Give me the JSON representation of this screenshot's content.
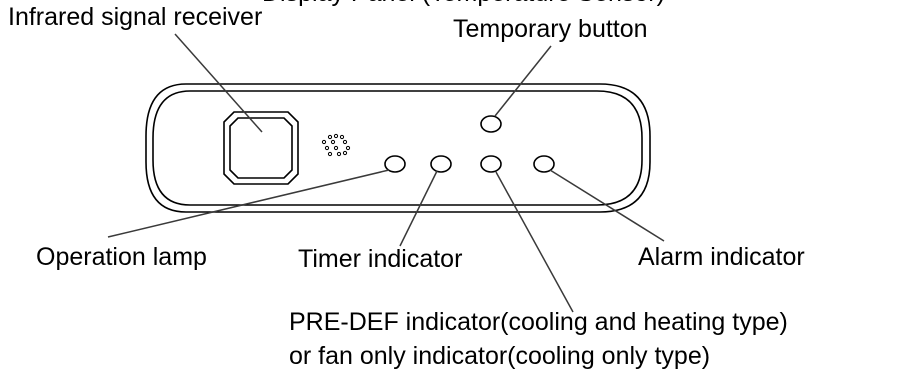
{
  "labels": {
    "top_cut_text": "Display Panel (Temperature Sensor)",
    "infrared_receiver": "Infrared signal receiver",
    "temporary_button": "Temporary button",
    "operation_lamp": "Operation lamp",
    "timer_indicator": "Timer indicator",
    "alarm_indicator": "Alarm indicator",
    "predef_line1": "PRE-DEF indicator(cooling and heating type)",
    "predef_line2": "or fan only indicator(cooling only type)"
  }
}
